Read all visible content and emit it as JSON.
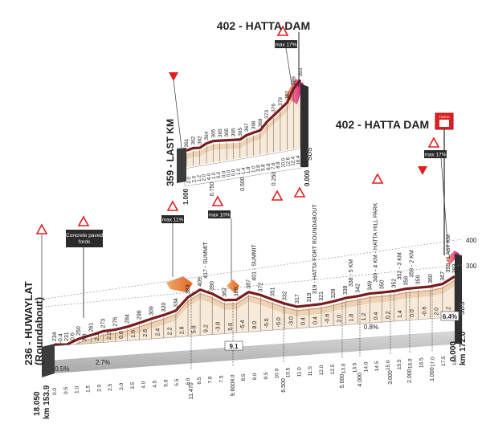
{
  "colors": {
    "road": "#7a1c1c",
    "band_light": "#f6e6d2",
    "band_mid": "#e8c9a7",
    "climb": "#e07a38",
    "finish_climb": "#e8398a",
    "base_dark": "#3c3c3c",
    "base_light": "#bdbdbd",
    "warning_red": "#e02020"
  },
  "main_profile": {
    "start": {
      "label": "236 - HUWAYLAT",
      "sublabel": "(Roundabout)",
      "km_top": "18.050",
      "km_bottom": "km 153.9"
    },
    "end": {
      "label": "402 - HATTA DAM",
      "km_top": "0.000",
      "km_bottom": "km 172.0"
    },
    "alt_ticks": [
      "400",
      "300"
    ],
    "waypoints": [
      {
        "alt": "234"
      },
      {
        "alt": "231"
      },
      {
        "alt": "250"
      },
      {
        "alt": "261"
      },
      {
        "alt": "273"
      },
      {
        "alt": "276"
      },
      {
        "alt": "284"
      },
      {
        "alt": "296"
      },
      {
        "alt": "309"
      },
      {
        "alt": "320"
      },
      {
        "alt": "334"
      },
      {
        "alt": "383"
      },
      {
        "alt": "409"
      },
      {
        "alt": "390"
      },
      {
        "alt": "362"
      },
      {
        "alt": "360"
      },
      {
        "alt": "387"
      },
      {
        "alt": "372"
      },
      {
        "alt": "351"
      },
      {
        "alt": "332"
      },
      {
        "alt": "317"
      },
      {
        "alt": "319"
      },
      {
        "alt": "321"
      },
      {
        "alt": "328"
      },
      {
        "alt": "338"
      },
      {
        "alt": "342"
      },
      {
        "alt": "349"
      },
      {
        "alt": "350"
      },
      {
        "alt": "352"
      },
      {
        "alt": "358"
      },
      {
        "alt": "359"
      },
      {
        "alt": "360"
      },
      {
        "alt": "367"
      },
      {
        "alt": "393"
      }
    ],
    "labels": [
      "417 - SUMMIT",
      "401 - SUMMIT",
      "319 - HATTA FORT ROUNDABOUT",
      "338 - 5 KM",
      "349 - 4 KM - HATTA HILL PARK",
      "352 - 3 KM",
      "359 - 2 KM",
      "359 - LAST KM"
    ],
    "gradients": [
      "-0.4",
      "-0.6",
      "3.8",
      "2.2",
      "2.2",
      "0.6",
      "1.6",
      "2.6",
      "2.4",
      "2.2",
      "2.8",
      "5.8",
      "9.2",
      "-3.8",
      "5.6",
      "-5.4",
      "8.0",
      "-5.6",
      "-5.0",
      "-3.0",
      "0.4",
      "0.4",
      "-0.6",
      "2.0",
      "1.8",
      "1.2",
      "0.4",
      "0.2",
      "1.4",
      "0.0",
      "-0.6",
      "2.0",
      "5.2"
    ],
    "highlight_gradients": [
      "9.1"
    ],
    "ticks": [
      "0.0",
      "0.5",
      "1.0",
      "1.5",
      "2.0",
      "2.5",
      "3.0",
      "3.5",
      "4.0",
      "4.5",
      "5.0",
      "5.5",
      "6.0",
      "6.5",
      "7.0",
      "7.5",
      "8.0",
      "8.5",
      "9.0",
      "9.5",
      "10.0",
      "10.5",
      "11.0",
      "11.5",
      "12.0",
      "12.5",
      "13.0",
      "13.5",
      "14.0",
      "14.5",
      "15.0",
      "15.5",
      "16.0",
      "16.5",
      "17.0",
      "17.5",
      "18.0"
    ],
    "remaining": [
      "11.470",
      "9.600",
      "6.500",
      "5.000",
      "4.000",
      "3.000",
      "2.000",
      "1.000"
    ],
    "avg_gradients": [
      "-0.5%",
      "2.7%",
      "0.8%",
      "6.4%"
    ],
    "badges": [
      "max 11%",
      "max 10%",
      "max 17%"
    ],
    "tag_box": {
      "line1": "Concrete paved",
      "line2": "fords"
    }
  },
  "inset": {
    "finish_label": "402 - HATTA DAM",
    "start_label": "359 - LAST KM",
    "badge": "max 17%",
    "km_start": "1.000",
    "km_end": "0.000",
    "waypoints": [
      "361",
      "362",
      "362",
      "364",
      "365",
      "365",
      "365",
      "365",
      "365",
      "367",
      "368",
      "369",
      "373",
      "376",
      "379",
      "382",
      "389",
      "393"
    ],
    "gradients": [
      "2.0",
      "2.0",
      "1.2",
      "2.0",
      "4.0",
      "1.0",
      "0.0",
      "0.0",
      "0.0",
      "0.0",
      "1.0",
      "1.4",
      "1.8",
      "1.0",
      "3.8",
      "5.8",
      "6.8",
      "7.6",
      "8.8",
      "10.0",
      "12.6",
      "12.4",
      "16.4"
    ],
    "ticks": [
      "0.750",
      "0.500",
      "0.250"
    ],
    "logo": "SDS",
    "finish_flag": "FINISH"
  }
}
